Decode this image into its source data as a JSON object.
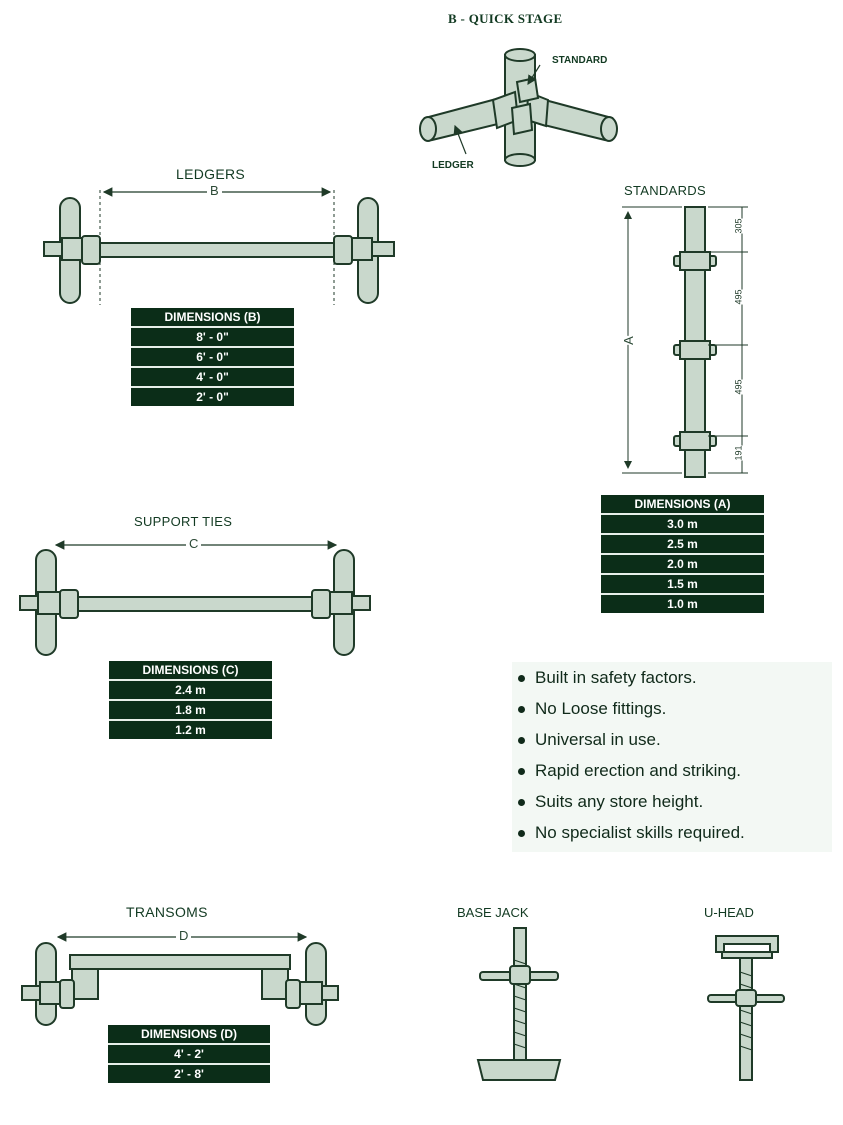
{
  "quick_stage": {
    "title": "B - QUICK STAGE",
    "standard_label": "STANDARD",
    "ledger_label": "LEDGER"
  },
  "ledgers": {
    "title": "LEDGERS",
    "dim_letter": "B",
    "table": {
      "header": "DIMENSIONS (B)",
      "rows": [
        "8' - 0\"",
        "6' - 0\"",
        "4' - 0\"",
        "2' - 0\""
      ]
    }
  },
  "standards": {
    "title": "STANDARDS",
    "dim_letter": "A",
    "spacings": [
      "305",
      "495",
      "495",
      "191"
    ],
    "table": {
      "header": "DIMENSIONS (A)",
      "rows": [
        "3.0 m",
        "2.5 m",
        "2.0 m",
        "1.5 m",
        "1.0 m"
      ]
    }
  },
  "support_ties": {
    "title": "SUPPORT TIES",
    "dim_letter": "C",
    "table": {
      "header": "DIMENSIONS (C)",
      "rows": [
        "2.4 m",
        "1.8 m",
        "1.2 m"
      ]
    }
  },
  "features": [
    "Built in safety factors.",
    "No Loose fittings.",
    "Universal in use.",
    "Rapid erection and striking.",
    "Suits any store height.",
    "No specialist skills required."
  ],
  "transoms": {
    "title": "TRANSOMS",
    "dim_letter": "D",
    "table": {
      "header": "DIMENSIONS (D)",
      "rows": [
        "4' - 2'",
        "2' - 8'"
      ]
    }
  },
  "base_jack": {
    "title": "BASE JACK"
  },
  "u_head": {
    "title": "U-HEAD"
  },
  "colors": {
    "table_bg": "#0b2d18",
    "part_fill": "#c9d8cc",
    "part_stroke": "#1f3a28",
    "feature_bg": "#f3f8f4"
  }
}
